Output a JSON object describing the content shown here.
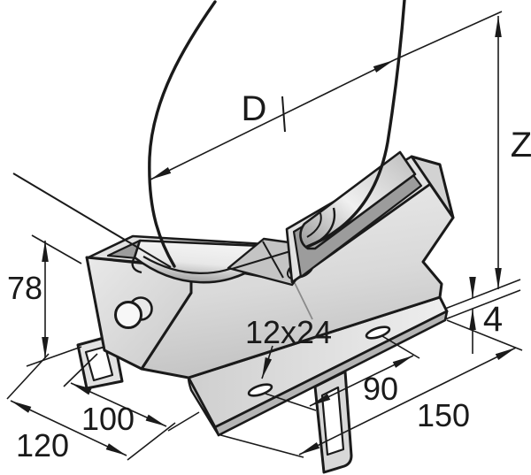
{
  "colors": {
    "background": "#ffffff",
    "line": "#1a1a1a",
    "metal_light": "#ededed",
    "metal_mid": "#cccccc",
    "metal_dark": "#9c9c9c"
  },
  "dimensions": {
    "pipe_diameter": {
      "label": "D"
    },
    "overall_height": {
      "label": "Z"
    },
    "left_height": {
      "label": "78"
    },
    "plate_thickness": {
      "label": "4"
    },
    "slot_size": {
      "label": "12x24"
    },
    "slot_spacing": {
      "label": "90"
    },
    "base_length": {
      "label": "150"
    },
    "foot_depth_inner": {
      "label": "100"
    },
    "foot_depth_outer": {
      "label": "120"
    }
  }
}
